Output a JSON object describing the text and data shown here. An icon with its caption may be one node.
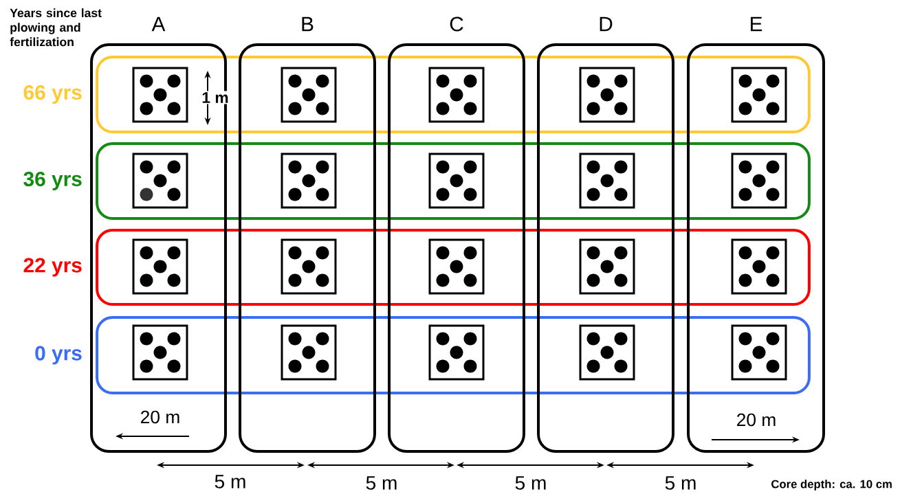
{
  "diagram": {
    "nodes": [
      {
        "text": [
          "A"
        ]
      },
      {
        "text": [
          "B"
        ]
      },
      {
        "text": [
          "C"
        ]
      },
      {
        "text": [
          "D"
        ]
      },
      {
        "text": [
          "E"
        ]
      },
      {
        "text": [
          "66 yrs"
        ]
      },
      {
        "text": [
          "36 yrs"
        ]
      },
      {
        "text": [
          "22 yrs"
        ]
      },
      {
        "text": [
          "0 yrs"
        ]
      },
      {
        "text": [],
        "shape": "box"
      },
      {
        "text": [],
        "shape": "box"
      },
      {
        "text": [],
        "shape": "box"
      },
      {
        "text": [],
        "shape": "box"
      },
      {
        "text": [],
        "shape": "box"
      },
      {
        "text": [],
        "shape": "box"
      },
      {
        "text": [],
        "shape": "box"
      },
      {
        "text": [],
        "shape": "box"
      },
      {
        "text": [],
        "shape": "box"
      },
      {
        "text": [],
        "shape": "box"
      },
      {
        "text": [],
        "shape": "box"
      },
      {
        "text": [],
        "shape": "box"
      },
      {
        "text": [],
        "shape": "box"
      },
      {
        "text": [],
        "shape": "box"
      },
      {
        "text": [],
        "shape": "box"
      },
      {
        "text": [],
        "shape": "box"
      },
      {
        "text": [],
        "shape": "box"
      },
      {
        "text": [],
        "shape": "box"
      },
      {
        "text": [],
        "shape": "box"
      },
      {
        "text": [],
        "shape": "box"
      }
    ],
    "edges": [],
    "labels": [
      "Years since last plowing and fertilization",
      "1 m",
      "20 m",
      "20 m",
      "5 m",
      "5 m",
      "5 m",
      "5 m",
      "Core depth: ca. 10 cm"
    ]
  }
}
